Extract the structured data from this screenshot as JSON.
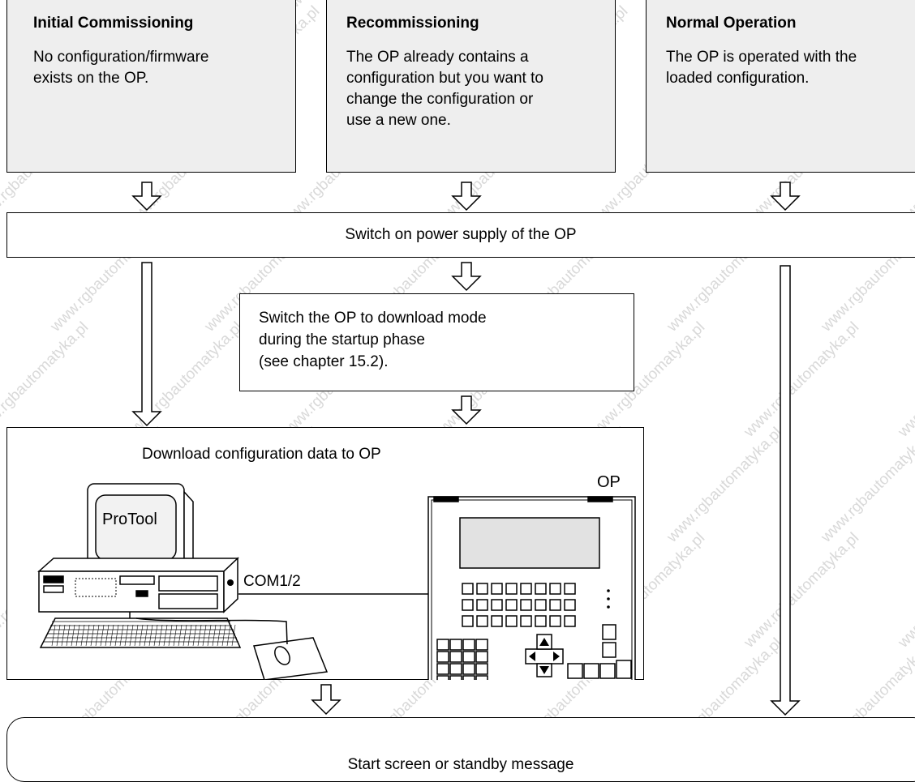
{
  "phases": [
    {
      "title": "Initial Commissioning",
      "text": "No configuration/firmware\nexists on the OP."
    },
    {
      "title": "Recommissioning",
      "text": "The OP already contains a\nconfiguration but you want to\nchange the configuration or\nuse a new one."
    },
    {
      "title": "Normal Operation",
      "text": "The OP is operated with the\nloaded configuration."
    }
  ],
  "steps": {
    "power_on": "Switch on power supply of the OP",
    "download_mode": "Switch the OP to download mode\nduring the startup phase\n(see chapter 15.2).",
    "download_data": "Download configuration data to OP",
    "end": "Start screen or standby message"
  },
  "illustration": {
    "monitor_label": "ProTool",
    "port_label": "COM1/2",
    "device_label": "OP"
  },
  "watermark": "www.rgbautomatyka.pl",
  "colors": {
    "phase_box_fill": "#eeeeee",
    "line": "#000000",
    "watermark": "#d9d9d9"
  }
}
